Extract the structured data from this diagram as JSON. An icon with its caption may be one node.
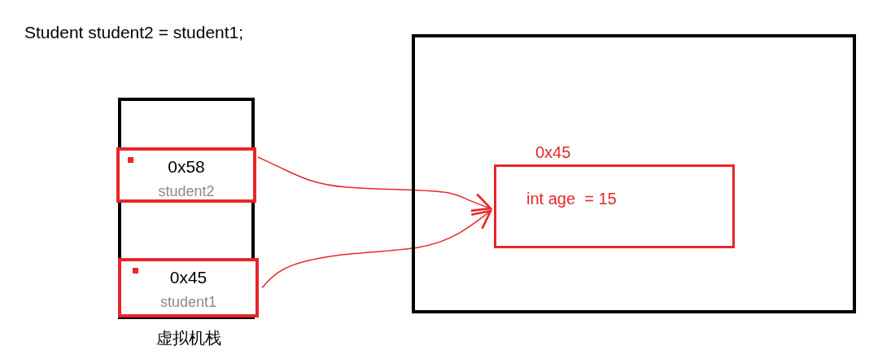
{
  "diagram": {
    "nodes": [
      {
        "text": [
          "虚拟机栈"
        ]
      },
      {
        "text": [
          "0x58",
          "student2"
        ],
        "in": 0
      },
      {
        "text": [
          "0x45",
          "student1"
        ],
        "in": 0
      },
      {
        "text": [],
        "shape": "box"
      },
      {
        "text": [
          "0x45",
          "int age  = 15"
        ],
        "in": 3
      }
    ],
    "edges": [
      {
        "from": 1,
        "to": 4,
        "arrow": "to",
        "color": "#e8262a"
      },
      {
        "from": 2,
        "to": 4,
        "arrow": "to",
        "color": "#e8262a"
      }
    ],
    "labels": [
      "Student student2 = student1;"
    ]
  }
}
